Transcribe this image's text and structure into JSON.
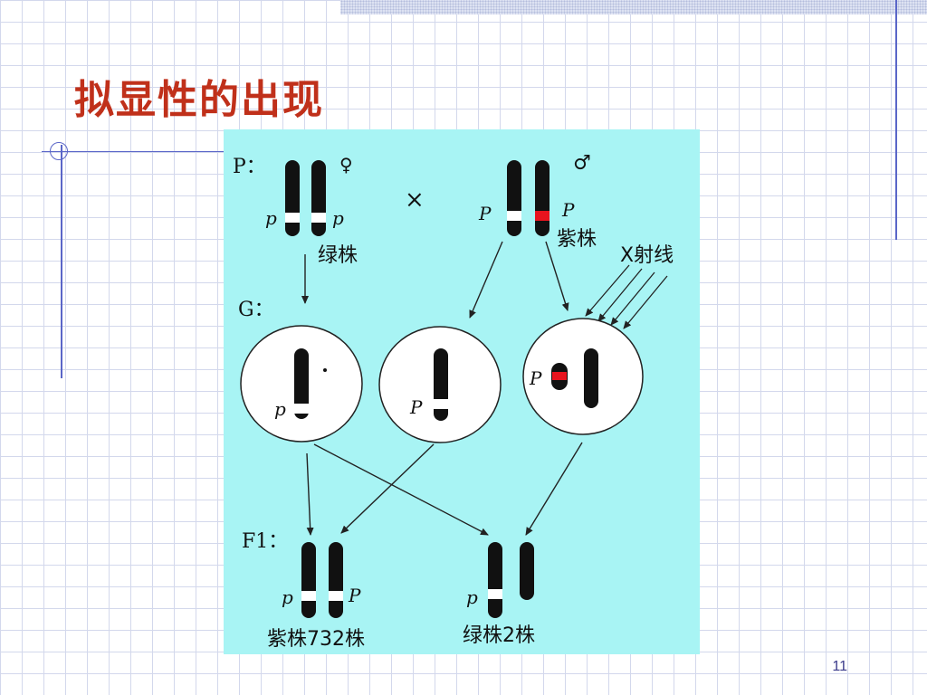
{
  "slide": {
    "title": "拟显性的出现",
    "page_number": "11"
  },
  "diagram": {
    "row_labels": {
      "parents": "P：",
      "gametes": "G：",
      "f1": "F1："
    },
    "symbols": {
      "female": "♀",
      "male": "♂",
      "cross": "×"
    },
    "alleles": {
      "recessive": "p",
      "dominant": "P"
    },
    "labels": {
      "green_parent": "绿株",
      "purple_parent": "紫株",
      "xray": "X射线",
      "f1_purple": "紫株732株",
      "f1_green": "绿株2株"
    },
    "colors": {
      "background": "#a8f4f4",
      "chromosome": "#111111",
      "dominant_band": "#e8141e",
      "recessive_band": "#ffffff"
    }
  }
}
